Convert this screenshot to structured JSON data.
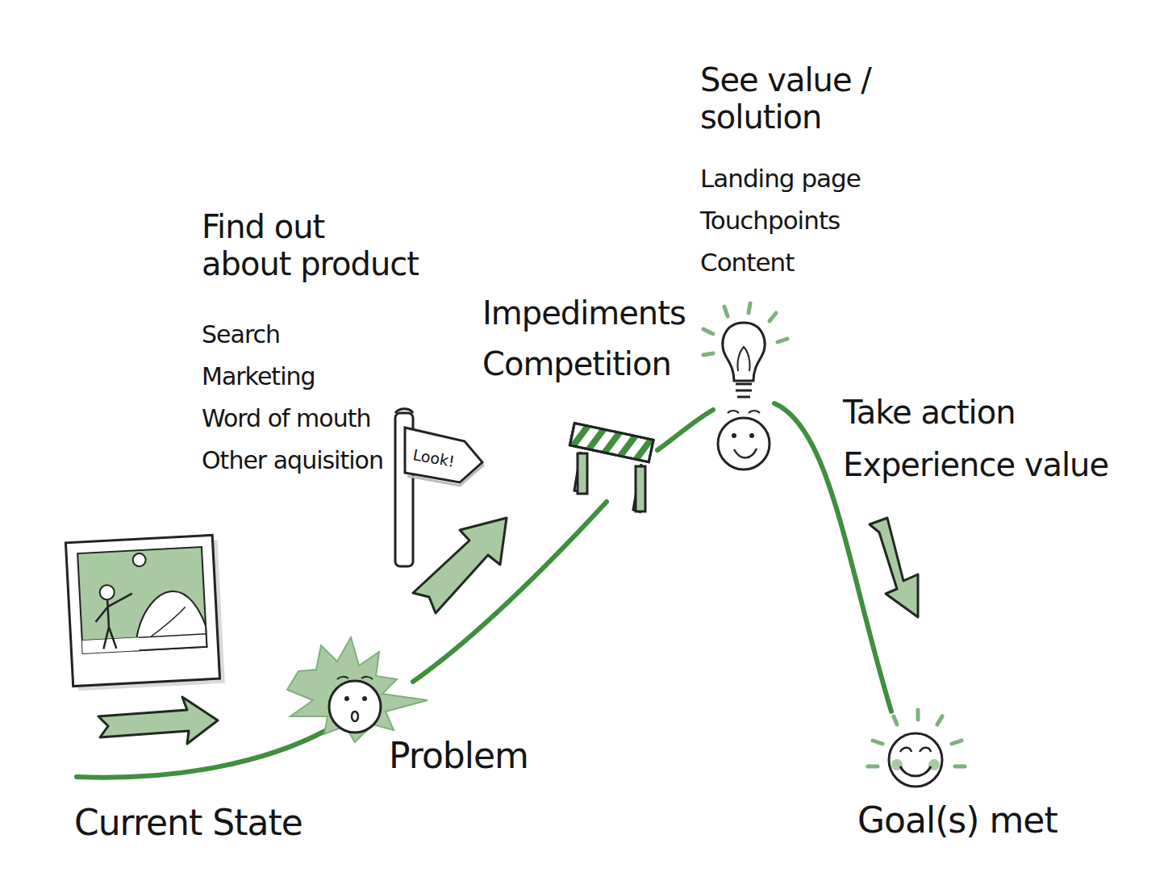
{
  "diagram": {
    "labels": [
      "Current State",
      "Problem",
      "Find out about product",
      "Search",
      "Marketing",
      "Word of mouth",
      "Other aquisition",
      "Look!",
      "Impediments",
      "Competition",
      "See value / solution",
      "Landing page",
      "Touchpoints",
      "Content",
      "Take action",
      "Experience value",
      "Goal(s) met"
    ]
  }
}
